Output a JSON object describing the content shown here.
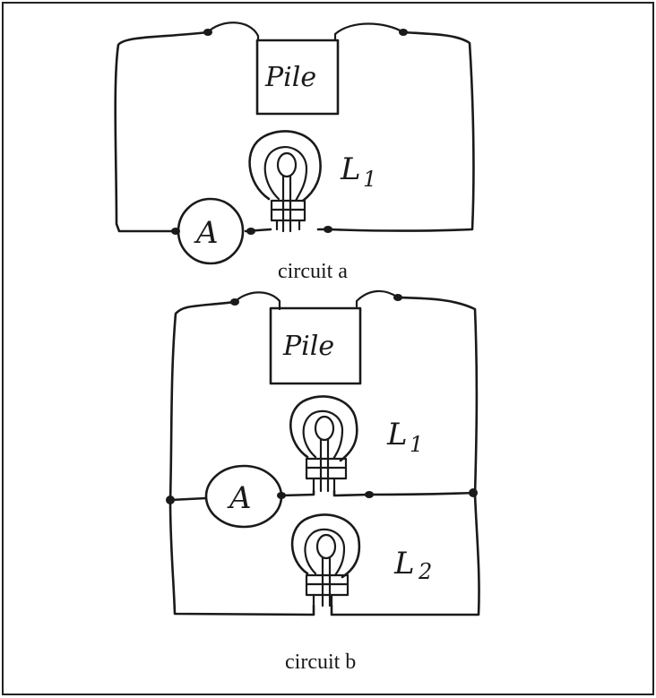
{
  "circuit_a": {
    "battery_label": "Pile",
    "ammeter_label": "A",
    "lamp1_label": "L",
    "lamp1_subscript": "1",
    "caption": "circuit a"
  },
  "circuit_b": {
    "battery_label": "Pile",
    "ammeter_label": "A",
    "lamp1_label": "L",
    "lamp1_subscript": "1",
    "lamp2_label": "L",
    "lamp2_subscript": "2",
    "caption": "circuit b"
  },
  "colors": {
    "ink": "#1a1a1a",
    "background": "#ffffff"
  }
}
